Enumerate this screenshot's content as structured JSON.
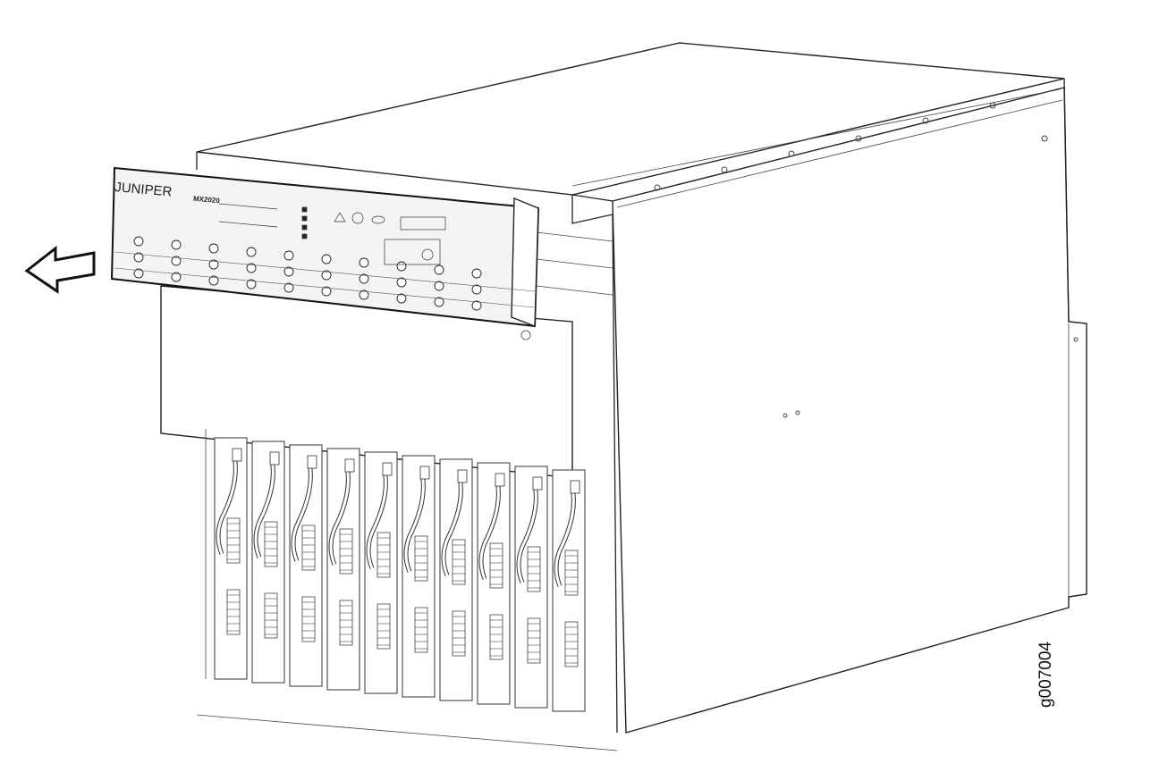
{
  "figure": {
    "figure_id": "g007004",
    "logo_text": "JUNIPER",
    "model_label": "MX2020",
    "arrow_direction": "left",
    "subject": "craft-interface-panel-removal"
  },
  "colors": {
    "line": "#222222",
    "background": "#ffffff",
    "panel": "#f4f4f4"
  }
}
